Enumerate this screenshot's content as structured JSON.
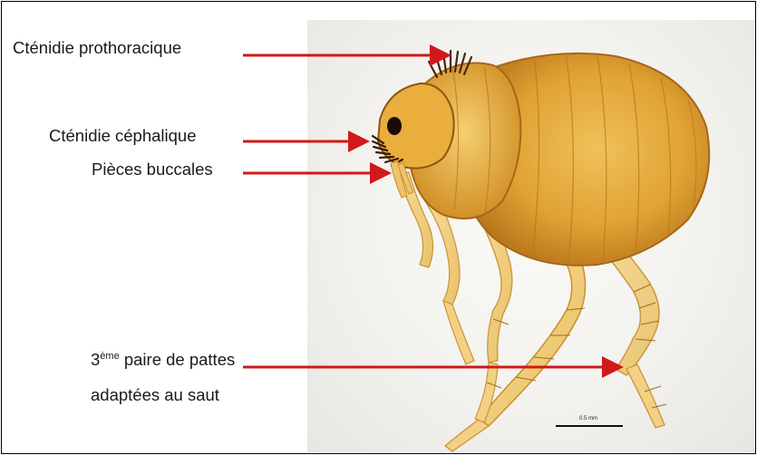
{
  "labels": {
    "prothoracic": "Cténidie prothoracique",
    "cephalic": "Cténidie céphalique",
    "mouthparts": "Pièces buccales",
    "legs_prefix": "3",
    "legs_sup": "ème",
    "legs_line1_rest": " paire de pattes",
    "legs_line2": "adaptées au saut"
  },
  "scale_bar": {
    "text": "0.5 mm"
  },
  "colors": {
    "arrow": "#d01919",
    "label_text": "#1a1a1a",
    "border": "#000000"
  }
}
